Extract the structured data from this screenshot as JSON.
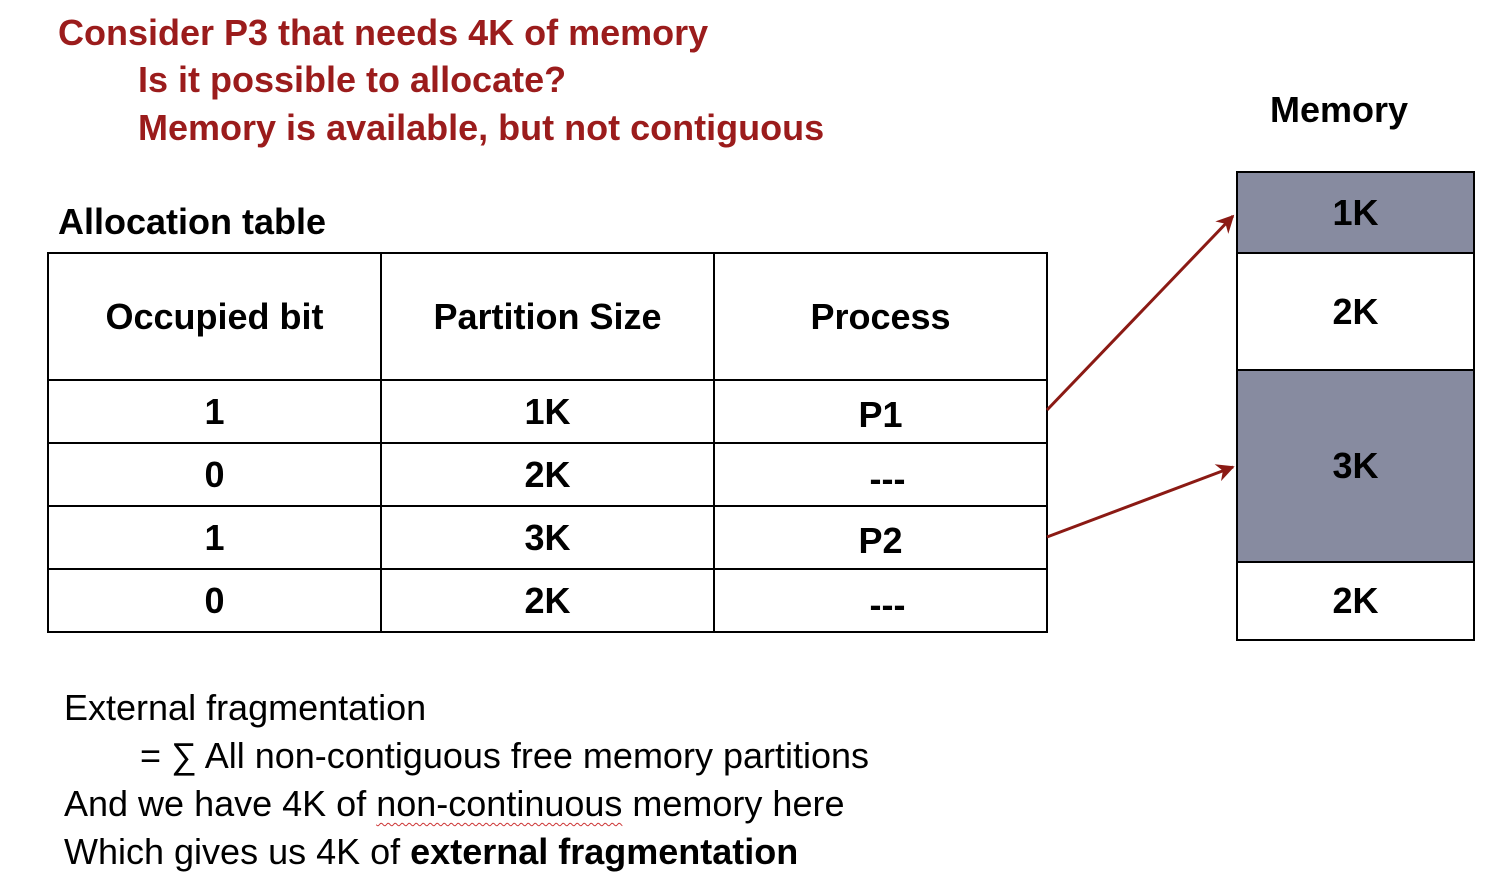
{
  "question": {
    "line1": "Consider P3 that needs 4K of memory",
    "line2": "Is it possible to allocate?",
    "line3": "Memory is available, but not contiguous",
    "color": "#9b1c1c"
  },
  "allocation_table": {
    "title": "Allocation table",
    "headers": [
      "Occupied bit",
      "Partition Size",
      "Process"
    ],
    "rows": [
      [
        "1",
        "1K",
        "P1"
      ],
      [
        "0",
        "2K",
        "---"
      ],
      [
        "1",
        "3K",
        "P2"
      ],
      [
        "0",
        "2K",
        "---"
      ]
    ]
  },
  "memory": {
    "title": "Memory",
    "blocks": [
      {
        "label": "1K",
        "occupied": true
      },
      {
        "label": "2K",
        "occupied": false
      },
      {
        "label": "3K",
        "occupied": true
      },
      {
        "label": "2K",
        "occupied": false
      }
    ],
    "occupied_color": "#878ba0",
    "free_color": "#ffffff"
  },
  "arrow_color": "#8b1a14",
  "notes": {
    "line1": "External fragmentation",
    "line2": "= ∑ All non-contiguous free memory partitions",
    "line3_before": "And we have 4K of ",
    "line3_squiggle": "non-continuous",
    "line3_after": " memory here",
    "line4_before": "Which gives us 4K of ",
    "line4_bold": "external fragmentation"
  }
}
